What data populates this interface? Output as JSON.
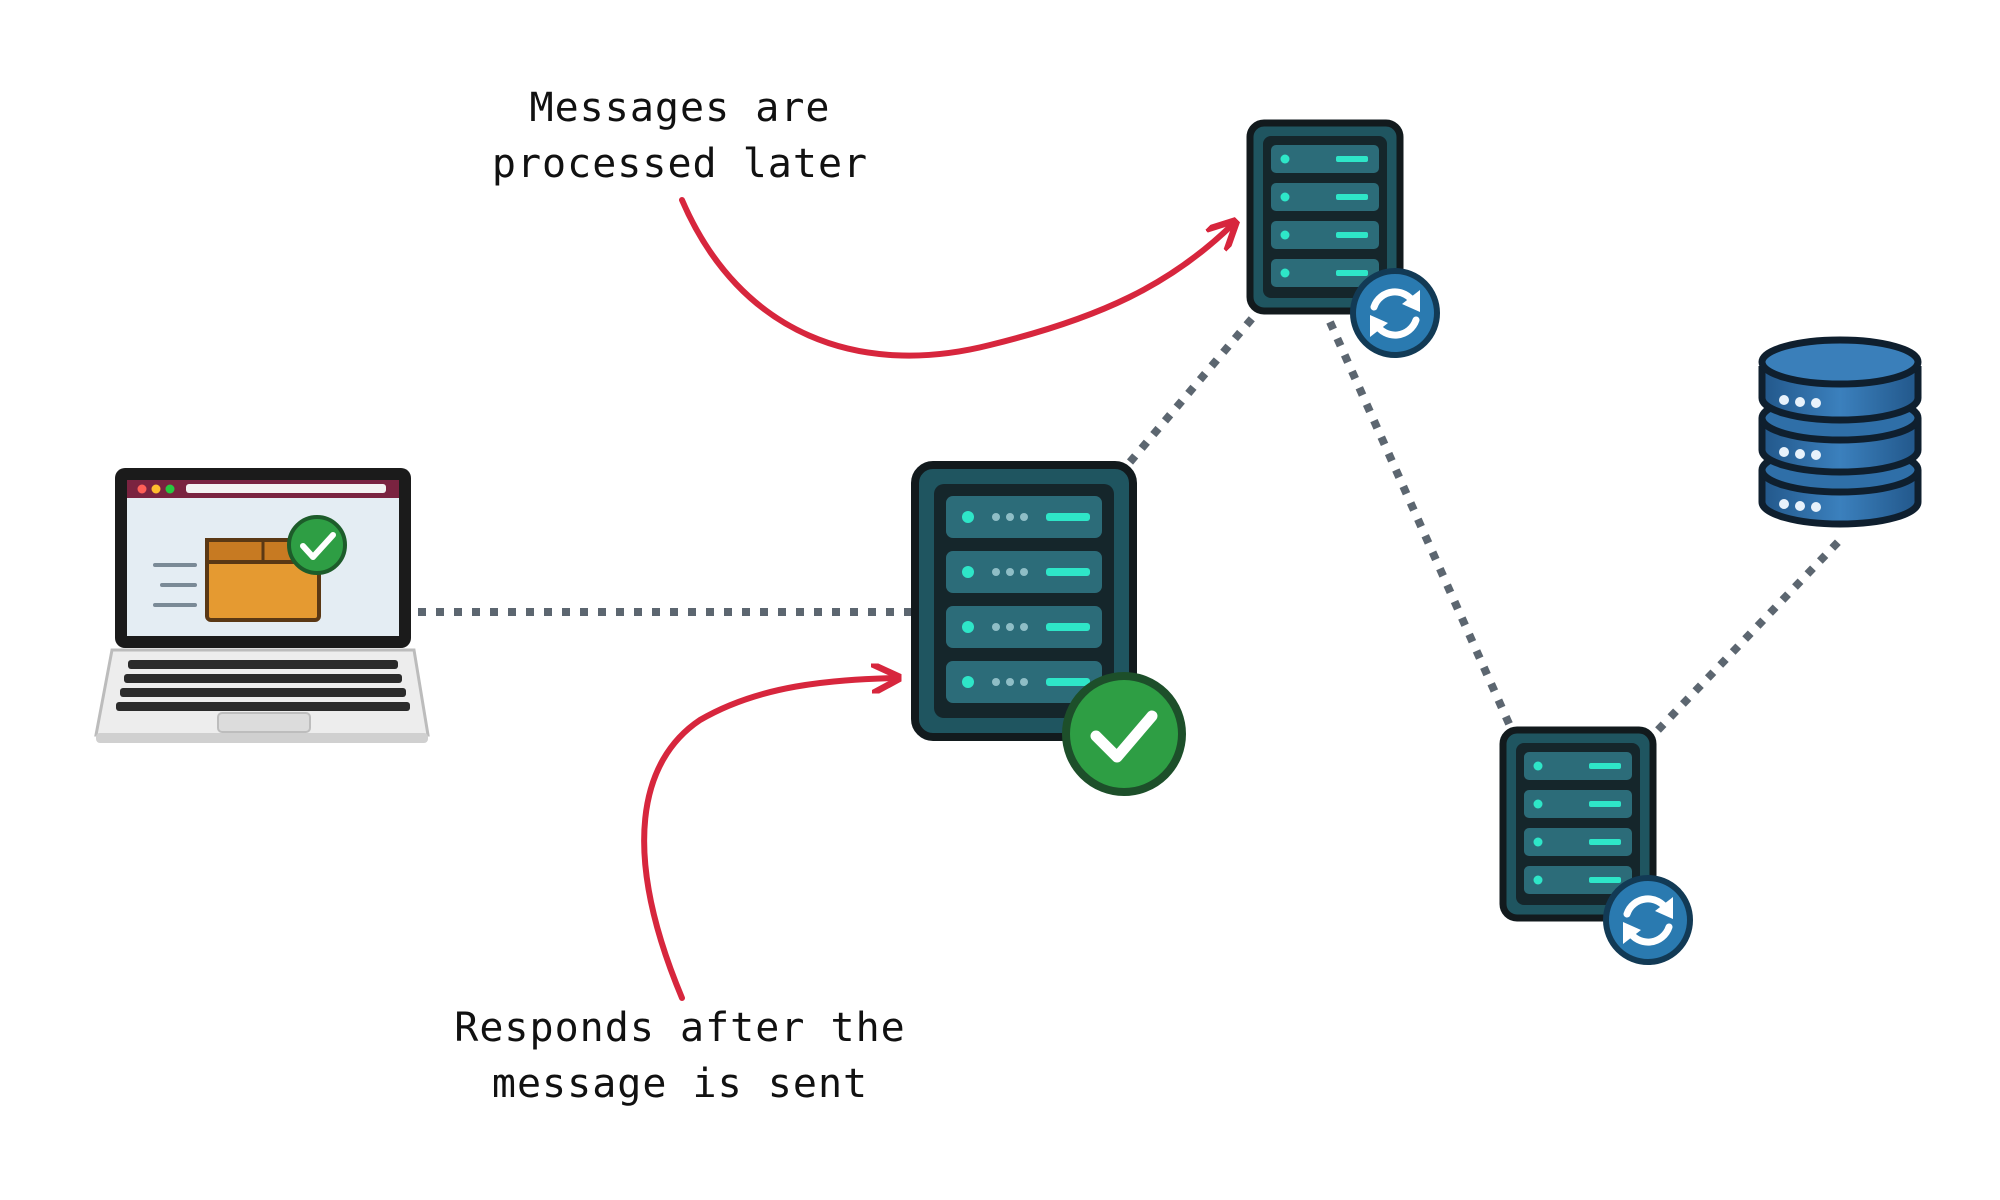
{
  "annotations": {
    "top": {
      "line1": "Messages are",
      "line2": "processed later"
    },
    "bottom": {
      "line1": "Responds after the",
      "line2": "message is sent"
    }
  },
  "icons": {
    "client": "laptop-icon",
    "client_screen": "package-icon",
    "client_status": "check-badge-icon",
    "main_server": "server-icon",
    "main_server_status": "check-badge-icon",
    "worker_top": "server-icon",
    "worker_top_status": "sync-badge-icon",
    "worker_bottom": "server-icon",
    "worker_bottom_status": "sync-badge-icon",
    "database": "database-icon"
  },
  "colors": {
    "arrow": "#d7263d",
    "connector": "#5c6670",
    "server_body": "#1f5560",
    "server_accent": "#2ee6c8",
    "success": "#2e9e44",
    "sync": "#2a7ab0",
    "database": "#2f6fa8"
  }
}
